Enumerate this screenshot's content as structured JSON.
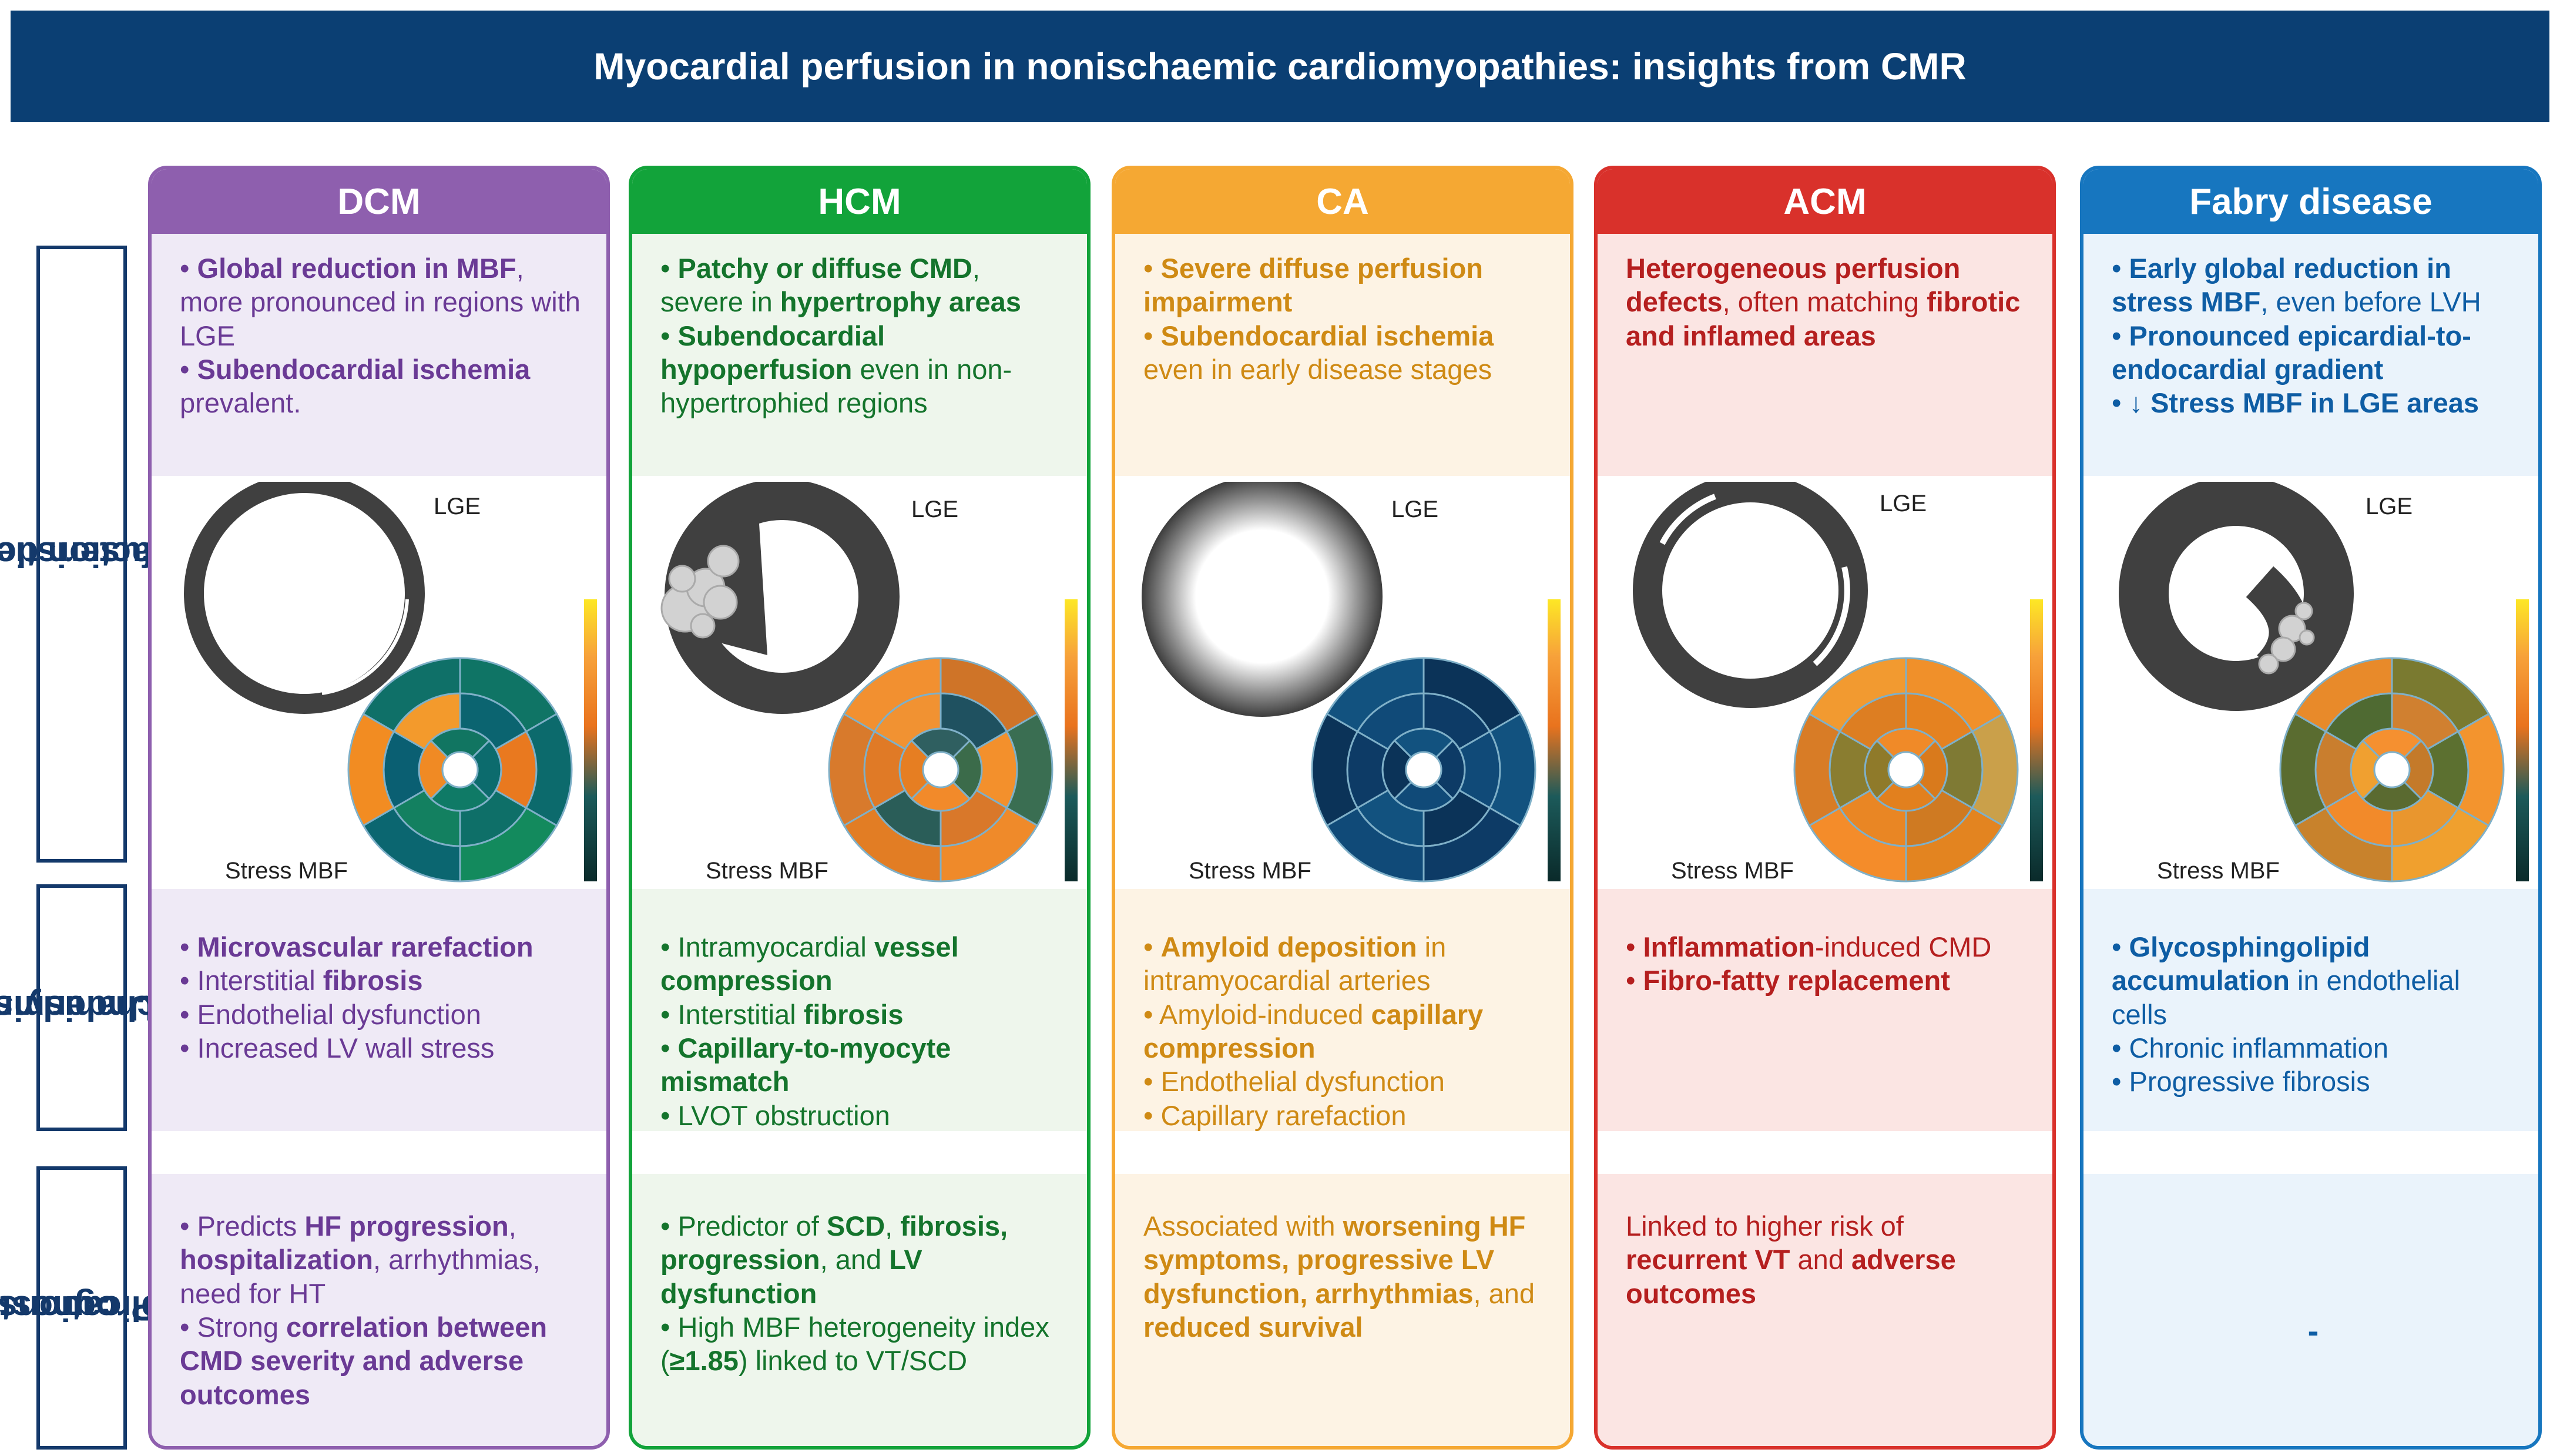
{
  "title": "Myocardial perfusion in nonischaemic cardiomyopathies: insights from CMR",
  "row_labels": {
    "perfusion": [
      "Perfusion defects",
      "characteristics"
    ],
    "mechanisms": [
      "Underlying",
      "mechanisms"
    ],
    "prognostic": [
      "Prognostic",
      "implications"
    ]
  },
  "figure_labels": {
    "lge": "LGE",
    "stress": "Stress MBF"
  },
  "colors": {
    "dcm": "#8e5fae",
    "hcm": "#12a33a",
    "ca": "#f5a833",
    "acm": "#d9312b",
    "fabry": "#1776bf",
    "dcm_text": "#6a3a95",
    "hcm_text": "#14742c",
    "ca_text": "#cf8a14",
    "acm_text": "#b51f1f",
    "fabry_text": "#0e5da4"
  },
  "columns": [
    {
      "id": "dcm",
      "header": "DCM",
      "perfusion": [
        [
          {
            "t": "• "
          },
          {
            "t": "Global reduction in MBF",
            "b": true
          },
          {
            "t": ", more pronounced in regions with LGE"
          }
        ],
        [
          {
            "t": "• "
          },
          {
            "t": "Subendocardial ischemia",
            "b": true
          },
          {
            "t": " prevalent."
          }
        ]
      ],
      "mechanisms": [
        [
          {
            "t": "• "
          },
          {
            "t": "Microvascular rarefaction",
            "b": true
          }
        ],
        [
          {
            "t": "• Interstitial "
          },
          {
            "t": "fibrosis",
            "b": true
          }
        ],
        [
          {
            "t": "• Endothelial dysfunction"
          }
        ],
        [
          {
            "t": "• Increased LV wall stress"
          }
        ]
      ],
      "prognostic": [
        [
          {
            "t": "• Predicts "
          },
          {
            "t": "HF progression",
            "b": true
          },
          {
            "t": ", "
          },
          {
            "t": "hospitalization",
            "b": true
          },
          {
            "t": ", arrhythmias, need for HT"
          }
        ],
        [
          {
            "t": "• Strong "
          },
          {
            "t": "correlation between CMD severity and adverse outcomes",
            "b": true
          }
        ]
      ]
    },
    {
      "id": "hcm",
      "header": "HCM",
      "perfusion": [
        [
          {
            "t": "• "
          },
          {
            "t": "Patchy or diffuse CMD",
            "b": true
          },
          {
            "t": ", severe in "
          },
          {
            "t": "hypertrophy areas",
            "b": true
          }
        ],
        [
          {
            "t": "• "
          },
          {
            "t": "Subendocardial hypoperfusion",
            "b": true
          },
          {
            "t": " even in non-hypertrophied regions"
          }
        ]
      ],
      "mechanisms": [
        [
          {
            "t": "• Intramyocardial "
          },
          {
            "t": "vessel compression",
            "b": true
          }
        ],
        [
          {
            "t": "• Interstitial "
          },
          {
            "t": "fibrosis",
            "b": true
          }
        ],
        [
          {
            "t": "• "
          },
          {
            "t": "Capillary-to-myocyte mismatch",
            "b": true
          }
        ],
        [
          {
            "t": "• LVOT obstruction"
          }
        ]
      ],
      "prognostic": [
        [
          {
            "t": "• Predictor of "
          },
          {
            "t": "SCD",
            "b": true
          },
          {
            "t": ", "
          },
          {
            "t": "fibrosis, progression",
            "b": true
          },
          {
            "t": ", and "
          },
          {
            "t": "LV dysfunction",
            "b": true
          }
        ],
        [
          {
            "t": "• High MBF heterogeneity index ("
          },
          {
            "t": "≥1.85",
            "b": true
          },
          {
            "t": ") linked to VT/SCD"
          }
        ]
      ]
    },
    {
      "id": "ca",
      "header": "CA",
      "perfusion": [
        [
          {
            "t": "• "
          },
          {
            "t": "Severe diffuse perfusion impairment",
            "b": true
          }
        ],
        [
          {
            "t": "• "
          },
          {
            "t": "Subendocardial ischemia",
            "b": true
          },
          {
            "t": " even in early disease stages"
          }
        ]
      ],
      "mechanisms": [
        [
          {
            "t": "• "
          },
          {
            "t": "Amyloid deposition",
            "b": true
          },
          {
            "t": " in intramyocardial arteries"
          }
        ],
        [
          {
            "t": "• Amyloid-induced "
          },
          {
            "t": "capillary compression",
            "b": true
          }
        ],
        [
          {
            "t": "• Endothelial dysfunction"
          }
        ],
        [
          {
            "t": "• Capillary rarefaction"
          }
        ]
      ],
      "prognostic": [
        [
          {
            "t": "Associated with "
          },
          {
            "t": "worsening HF symptoms, progressive LV dysfunction, arrhythmias",
            "b": true
          },
          {
            "t": ", and "
          },
          {
            "t": "reduced survival",
            "b": true
          }
        ]
      ]
    },
    {
      "id": "acm",
      "header": "ACM",
      "perfusion": [
        [
          {
            "t": "Heterogeneous perfusion defects",
            "b": true
          },
          {
            "t": ", often matching "
          },
          {
            "t": "fibrotic and inflamed areas",
            "b": true
          }
        ]
      ],
      "mechanisms": [
        [
          {
            "t": "• "
          },
          {
            "t": "Inflammation",
            "b": true
          },
          {
            "t": "-induced CMD"
          }
        ],
        [
          {
            "t": "• "
          },
          {
            "t": "Fibro-fatty replacement",
            "b": true
          }
        ]
      ],
      "prognostic": [
        [
          {
            "t": "Linked to higher risk of "
          },
          {
            "t": "recurrent VT",
            "b": true
          },
          {
            "t": " and "
          },
          {
            "t": "adverse outcomes",
            "b": true
          }
        ]
      ]
    },
    {
      "id": "fabry",
      "header": "Fabry disease",
      "perfusion": [
        [
          {
            "t": "• "
          },
          {
            "t": "Early global reduction in stress MBF",
            "b": true
          },
          {
            "t": ", even before LVH"
          }
        ],
        [
          {
            "t": "• "
          },
          {
            "t": "Pronounced epicardial-to-endocardial gradient",
            "b": true
          }
        ],
        [
          {
            "t": "• "
          },
          {
            "t": "↓ Stress MBF in LGE areas",
            "b": true
          }
        ]
      ],
      "mechanisms": [
        [
          {
            "t": "• "
          },
          {
            "t": "Glycosphingolipid accumulation",
            "b": true
          },
          {
            "t": " in endothelial cells"
          }
        ],
        [
          {
            "t": "• Chronic inflammation"
          }
        ],
        [
          {
            "t": "• Progressive fibrosis"
          }
        ]
      ],
      "prognostic": [
        [
          {
            "t": "-",
            "b": true
          }
        ]
      ]
    }
  ]
}
